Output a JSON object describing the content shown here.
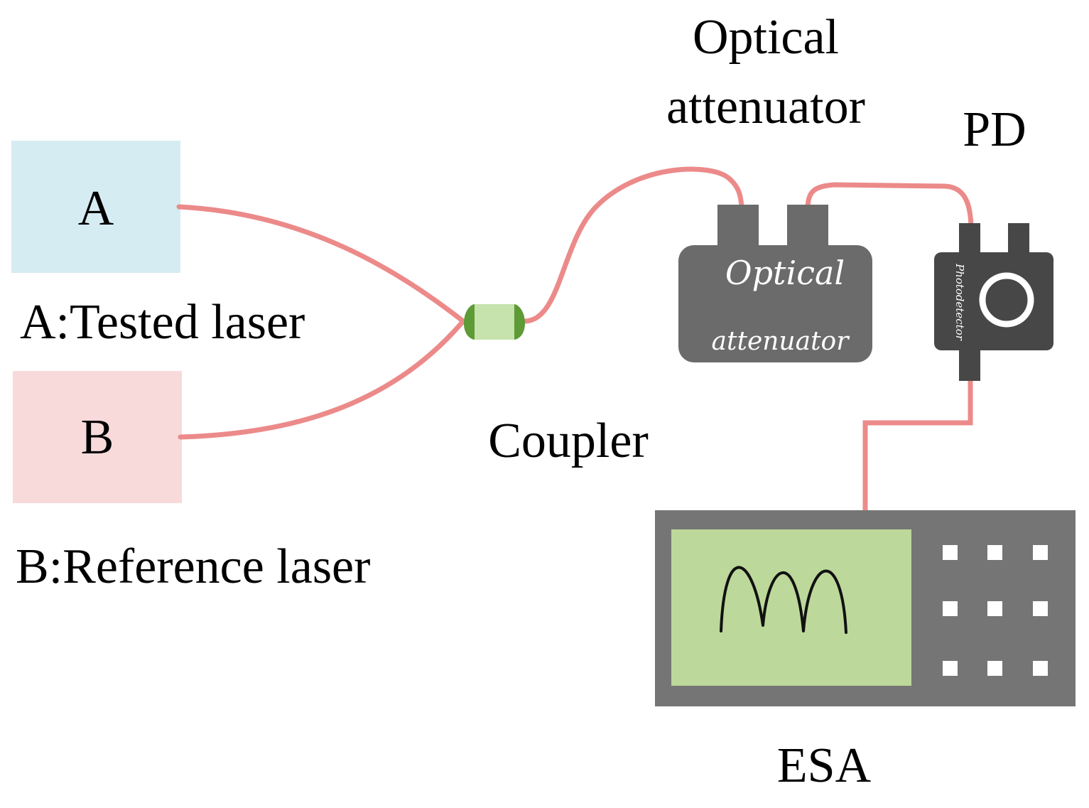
{
  "labels": {
    "laser_a": "A",
    "laser_b": "B",
    "laser_a_caption": "A:Tested laser",
    "laser_b_caption": "B:Reference laser",
    "coupler": "Coupler",
    "attenuator_title_line1": "Optical",
    "attenuator_title_line2": "attenuator",
    "attenuator_device_line1": "Optical",
    "attenuator_device_line2": "attenuator",
    "pd": "PD",
    "pd_device_text": "Photodetector",
    "esa": "ESA"
  },
  "colors": {
    "laser_a_fill": "#d6ecf3",
    "laser_b_fill": "#f8dadb",
    "fiber": "#ec8a8a",
    "coupler_body": "#c6e3ad",
    "coupler_caps": "#5e9a35",
    "device_gray": "#6b6b6b",
    "pd_dark": "#474747",
    "esa_body": "#757575",
    "esa_screen": "#bcd89a",
    "esa_trace": "#111111",
    "esa_buttons": "#ffffff"
  },
  "icons": {
    "attenuator": "optical-attenuator-device-icon",
    "photodetector": "photodetector-device-icon",
    "esa": "electrical-spectrum-analyzer-icon",
    "coupler": "fiber-coupler-icon"
  }
}
